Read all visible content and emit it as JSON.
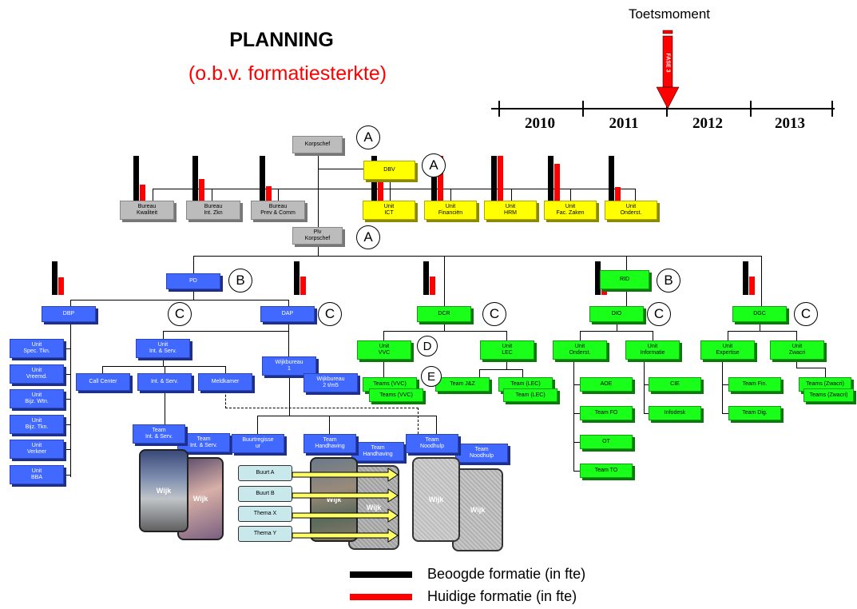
{
  "header": {
    "title": "PLANNING",
    "subtitle": "(o.b.v. formatiesterkte)"
  },
  "timeline": {
    "marker_label": "Toetsmoment",
    "arrow_label": "FASE 3",
    "years": [
      "2010",
      "2011",
      "2012",
      "2013"
    ]
  },
  "legend": {
    "target": "Beoogde formatie (in fte)",
    "current": "Huidige formatie (in fte)",
    "target_color": "#000000",
    "current_color": "#ff0000"
  },
  "colors": {
    "gray": "#bcbcbc",
    "yellow": "#ffff00",
    "blue": "#4169ff",
    "green": "#1aff1a"
  },
  "labels": {
    "A": "A",
    "B": "B",
    "C": "C",
    "D": "D",
    "E": "E"
  },
  "boxes": {
    "korpschef": "Korpschef",
    "bureau_kwaliteit": "Bureau\nKwaliteit",
    "bureau_int_zkn": "Bureau\nInt. Zkn",
    "bureau_prev": "Bureau\nPrev & Comm",
    "dbv": "DBV",
    "unit_ict": "Unit\nICT",
    "unit_financien": "Unit\nFinanciën",
    "unit_hrm": "Unit\nHRM",
    "unit_fac": "Unit\nFac. Zaken",
    "unit_onderst_top": "Unit\nOnderst.",
    "plv_korpschef": "Plv\nKorpschef",
    "pd": "PD",
    "rid": "RID",
    "dbp": "DBP",
    "dap": "DAP",
    "dcr": "DCR",
    "dio": "DIO",
    "dgc": "DGC",
    "unit_spec": "Unit\nSpec. Tkn.",
    "unit_vreemd": "Unit\nVreemd.",
    "unit_bijz_wtn": "Unit\nBijz. Wtn.",
    "unit_bijz_tkn": "Unit\nBijz. Tkn.",
    "unit_verkeer": "Unit\nVerkeer",
    "unit_bba": "Unit\nBBA",
    "unit_int_serv": "Unit\nInt. & Serv.",
    "call_center": "Call Center",
    "int_serv": "Int. & Serv.",
    "meldkamer": "Meldkamer",
    "team_int_serv": "Team\nInt. & Serv.",
    "wijkbureau_1": "Wijkbureau\n1",
    "wijkbureau_2": "Wijkbureau\n2 t/m5",
    "buurtregisseur": "Buurtregisse\nur",
    "team_handhaving": "Team\nHandhaving",
    "team_noodhulp": "Team\nNoodhulp",
    "unit_vvc": "Unit\nVVC",
    "unit_lec": "Unit\nLEC",
    "teams_vvc": "Teams (VVC)",
    "team_jz": "Team J&Z",
    "team_lec": "Team (LEC)",
    "unit_onderst_dio": "Unit\nOnderst.",
    "unit_informatie": "Unit\nInformatie",
    "aoe": "AOE",
    "team_fo": "Team FO",
    "ot": "OT",
    "team_to": "Team TO",
    "cie": "CIE",
    "infodesk": "Infodesk",
    "unit_expertise": "Unit\nExpertise",
    "unit_zwacri": "Unit\nZwacri",
    "team_fin": "Team Fin.",
    "team_dig": "Team Dig.",
    "teams_zwacri": "Teams (Zwacri)",
    "buurt_a": "Buurt A",
    "buurt_b": "Buurt B",
    "thema_x": "Thema X",
    "thema_y": "Thema Y",
    "wijk": "Wijk"
  }
}
